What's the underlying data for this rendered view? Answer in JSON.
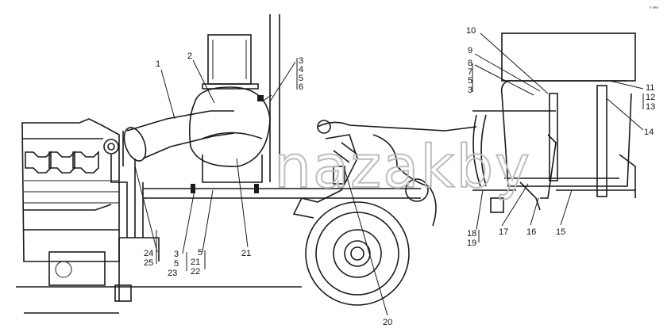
{
  "corner_mark": "ᵉ ᵃᵃᵃ",
  "watermark": "nazakby",
  "callouts": {
    "c1": "1",
    "c2": "2",
    "c3a": "3",
    "c4a": "4",
    "c5a": "5",
    "c6": "6",
    "c10": "10",
    "c9": "9",
    "c8": "8",
    "c7": "7",
    "c5b": "5",
    "c3b": "3",
    "c11": "11",
    "c12": "12",
    "c13": "13",
    "c14": "14",
    "c24": "24",
    "c25": "25",
    "c3c": "3",
    "c5c": "5",
    "c23": "23",
    "c5d": "5",
    "c21a": "21",
    "c22": "22",
    "c21b": "21",
    "c18": "18",
    "c19": "19",
    "c17": "17",
    "c16": "16",
    "c15": "15",
    "c20": "20"
  }
}
